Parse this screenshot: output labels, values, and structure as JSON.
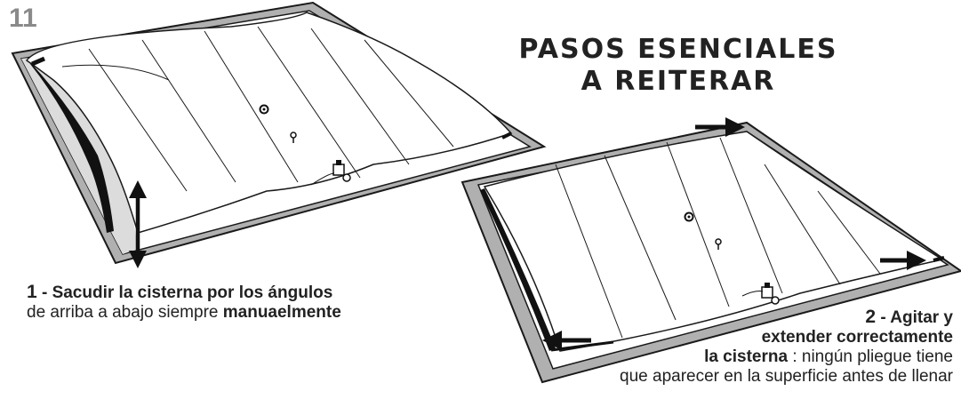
{
  "page": {
    "step_number": "11",
    "title_line1": "PASOS ESENCIALES",
    "title_line2": "A REITERAR"
  },
  "step1": {
    "number": "1",
    "bold_text": " - Sacudir la cisterna por los ángulos",
    "text": "de arriba a abajo siempre ",
    "bold_end": "manuaelmente"
  },
  "step2": {
    "number": "2",
    "line1": " - Agitar y",
    "line2": "extender correctamente",
    "line3_bold": "la cisterna",
    "line3_rest": " : ningún pliegue tiene",
    "line4": "que aparecer en la superficie antes de llenar"
  },
  "colors": {
    "frame_gray": "#a9a9a9",
    "outline": "#1a1a1a",
    "text": "#222222"
  },
  "icons": [
    "arrow-up-down-icon",
    "arrow-right-icon",
    "arrow-left-icon",
    "valve-icon"
  ]
}
